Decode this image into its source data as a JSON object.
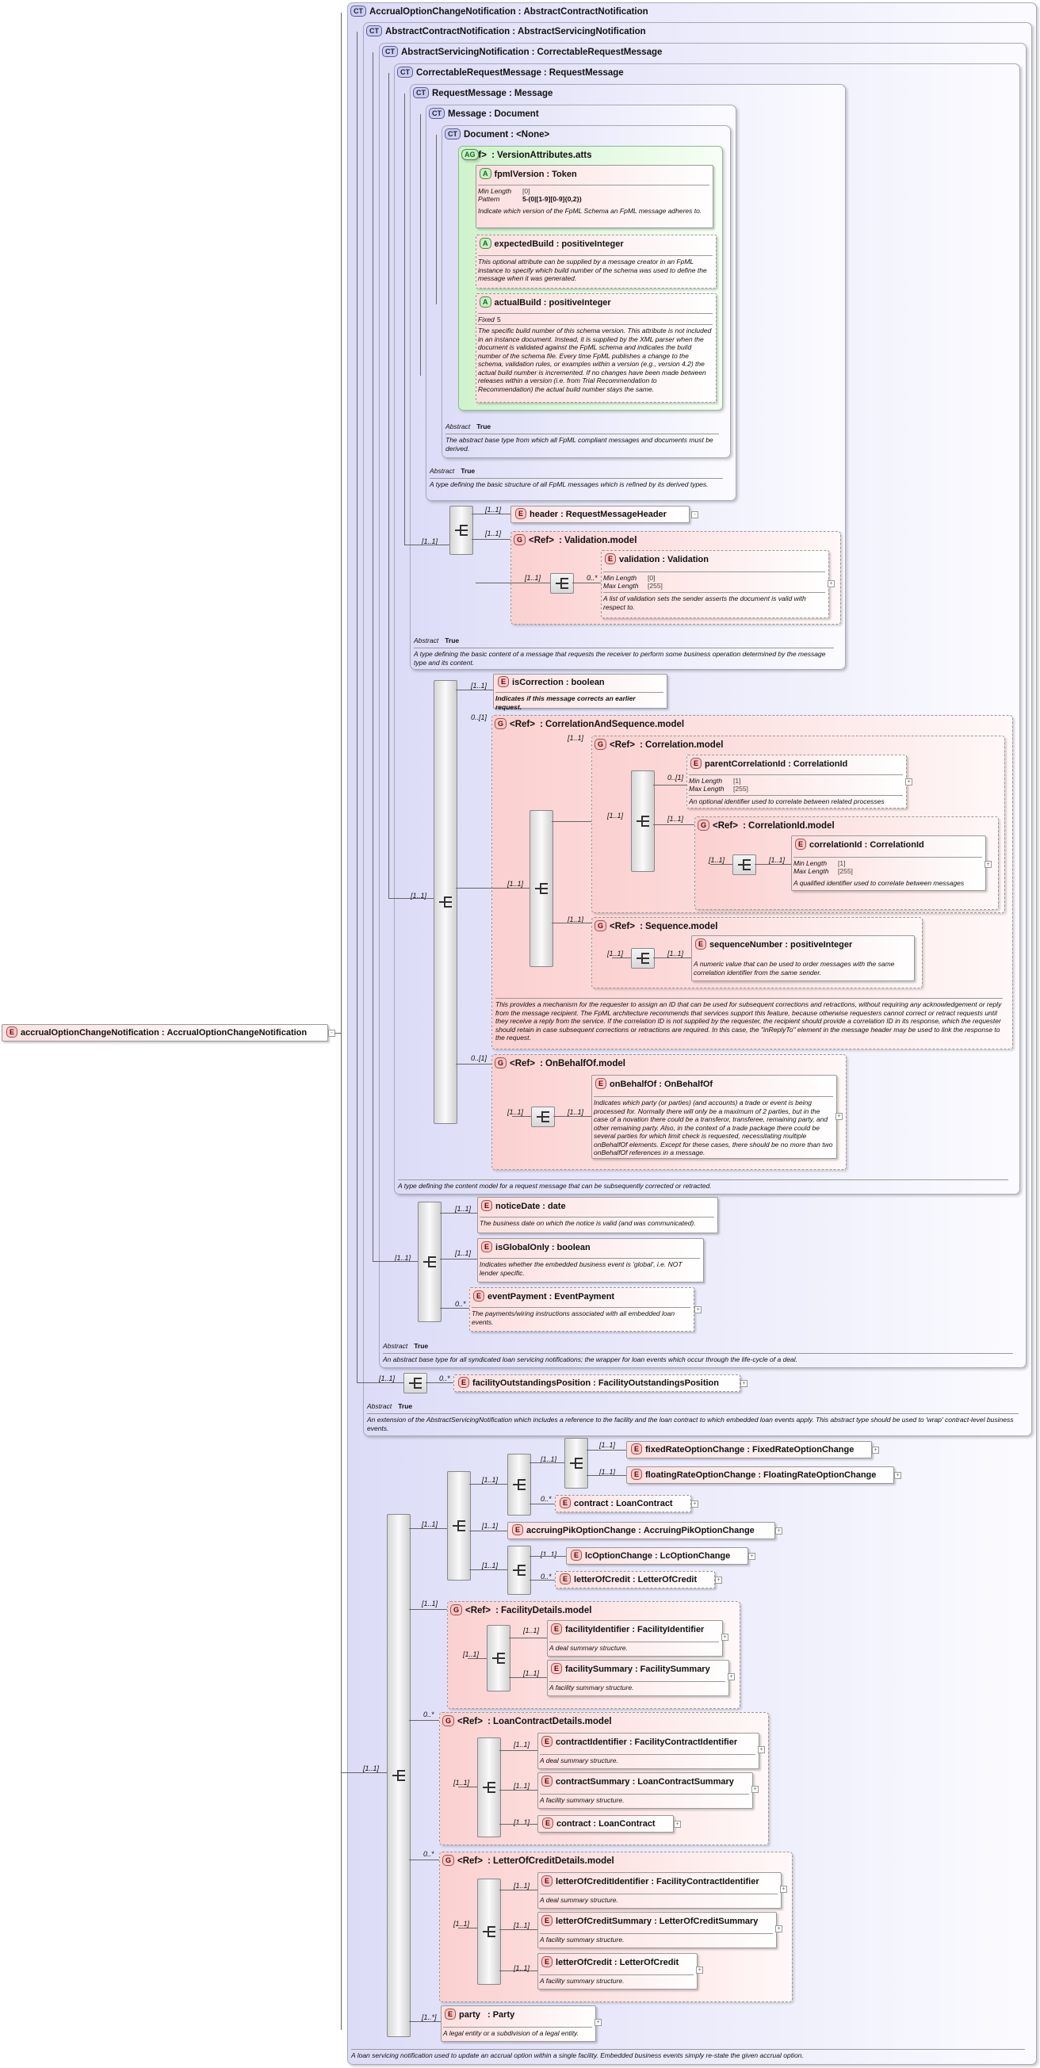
{
  "root": {
    "badge": "E",
    "name": "accrualOptionChangeNotification",
    "type": "AccrualOptionChangeNotification"
  },
  "ct": {
    "accrual": {
      "badge": "CT",
      "name": "AccrualOptionChangeNotification",
      "base": "AbstractContractNotification",
      "doc": "A loan servicing notification used to update an accrual option within a single facility. Embedded business events simply re-state the given accrual option."
    },
    "contract": {
      "badge": "CT",
      "name": "AbstractContractNotification",
      "base": "AbstractServicingNotification",
      "abstract_label": "Abstract",
      "abstract_value": "True",
      "doc": "An extension of the AbstractServicingNotification which includes a reference to the facility and the loan contract to which embedded loan events apply. This abstract type should be used to 'wrap' contract-level business events."
    },
    "servicing": {
      "badge": "CT",
      "name": "AbstractServicingNotification",
      "base": "CorrectableRequestMessage",
      "abstract_label": "Abstract",
      "abstract_value": "True",
      "doc": "An abstract base type for all syndicated loan servicing notifications; the wrapper for loan events which occur through the life-cycle of a deal."
    },
    "correctable": {
      "badge": "CT",
      "name": "CorrectableRequestMessage",
      "base": "RequestMessage",
      "doc": "A type defining the content model for a request message that can be subsequently corrected or retracted."
    },
    "request": {
      "badge": "CT",
      "name": "RequestMessage",
      "base": "Message",
      "abstract_label": "Abstract",
      "abstract_value": "True",
      "doc": "A type defining the basic content of a message that requests the receiver to perform some business operation determined by the message type and its content."
    },
    "message": {
      "badge": "CT",
      "name": "Message",
      "base": "Document",
      "abstract_label": "Abstract",
      "abstract_value": "True",
      "doc": "A type defining the basic structure of all FpML messages which is refined by its derived types."
    },
    "document": {
      "badge": "CT",
      "name": "Document",
      "base": "<None>",
      "abstract_label": "Abstract",
      "abstract_value": "True",
      "doc": "The abstract base type from which all FpML compliant messages and documents must be derived."
    }
  },
  "attrgroup": {
    "badge": "AG",
    "ref": "<Ref>",
    "name": "VersionAttributes.atts"
  },
  "attrs": [
    {
      "badge": "A",
      "name": "fpmlVersion",
      "type": "Token",
      "facets": [
        {
          "k": "Min Length",
          "v": "[0]"
        },
        {
          "k": "Pattern",
          "v": "5-(0|[1-9][0-9]{0,2})"
        }
      ],
      "doc": "Indicate which version of the FpML Schema an FpML message adheres to."
    },
    {
      "badge": "A",
      "name": "expectedBuild",
      "type": "positiveInteger",
      "doc": "This optional attribute can be supplied by a message creator in an FpML instance to specify which build number of the schema was used to define the message when it was generated."
    },
    {
      "badge": "A",
      "name": "actualBuild",
      "type": "positiveInteger",
      "facets": [
        {
          "k": "Fixed",
          "v": "5"
        }
      ],
      "doc": "The specific build number of this schema version. This attribute is not included in an instance document. Instead, it is supplied by the XML parser when the document is validated against the FpML schema and indicates the build number of the schema file. Every time FpML publishes a change to the schema, validation rules, or examples within a version (e.g., version 4.2) the actual build number is incremented. If no changes have been made between releases within a version (i.e. from Trial Recommendation to Recommendation) the actual build number stays the same."
    }
  ],
  "card": {
    "one": "[1..1]",
    "opt": "0..[1]",
    "many": "0..*",
    "onemany": "[1..*]"
  },
  "elements": {
    "header": {
      "badge": "E",
      "name": "header",
      "type": "RequestMessageHeader"
    },
    "validation_model": {
      "badge": "G",
      "ref": "<Ref>",
      "name": "Validation.model"
    },
    "validation": {
      "badge": "E",
      "name": "validation",
      "type": "Validation",
      "facets": [
        {
          "k": "Min Length",
          "v": "[0]"
        },
        {
          "k": "Max Length",
          "v": "[255]"
        }
      ],
      "doc": "A list of validation sets the sender asserts the document is valid with respect to."
    },
    "isCorrection": {
      "badge": "E",
      "name": "isCorrection",
      "type": "boolean",
      "doc": "Indicates if this message corrects an earlier request."
    },
    "corrseq_model": {
      "badge": "G",
      "ref": "<Ref>",
      "name": "CorrelationAndSequence.model",
      "doc": "This provides a mechanism for the requester to assign an ID that can be used for subsequent corrections and retractions, without requiring any acknowledgement or reply from the message recipient. The FpML architecture recommends that services support this feature, because otherwise requesters cannot correct or retract requests until they receive a reply from the service. If the correlation ID is not supplied by the requester, the recipient should provide a correlation ID in its response, which the requester should retain in case subsequent corrections or retractions are required. In this case, the \"inReplyTo\" element in the message header may be used to link the response to the request."
    },
    "correlation_model": {
      "badge": "G",
      "ref": "<Ref>",
      "name": "Correlation.model"
    },
    "parentCorrelationId": {
      "badge": "E",
      "name": "parentCorrelationId",
      "type": "CorrelationId",
      "facets": [
        {
          "k": "Min Length",
          "v": "[1]"
        },
        {
          "k": "Max Length",
          "v": "[255]"
        }
      ],
      "doc": "An optional identifier used to correlate between related processes"
    },
    "correlationid_model": {
      "badge": "G",
      "ref": "<Ref>",
      "name": "CorrelationId.model"
    },
    "correlationId": {
      "badge": "E",
      "name": "correlationId",
      "type": "CorrelationId",
      "facets": [
        {
          "k": "Min Length",
          "v": "[1]"
        },
        {
          "k": "Max Length",
          "v": "[255]"
        }
      ],
      "doc": "A qualified identifier used to correlate between messages"
    },
    "sequence_model": {
      "badge": "G",
      "ref": "<Ref>",
      "name": "Sequence.model"
    },
    "sequenceNumber": {
      "badge": "E",
      "name": "sequenceNumber",
      "type": "positiveInteger",
      "doc": "A numeric value that can be used to order messages with the same correlation identifier from the same sender."
    },
    "onbehalf_model": {
      "badge": "G",
      "ref": "<Ref>",
      "name": "OnBehalfOf.model"
    },
    "onBehalfOf": {
      "badge": "E",
      "name": "onBehalfOf",
      "type": "OnBehalfOf",
      "doc": "Indicates which party (or parties) (and accounts) a trade or event is being processed for. Normally there will only be a maximum of 2 parties, but in the case of a novation there could be a transferor, transferee, remaining party, and other remaining party. Also, in the context of a trade package there could be several parties for which limit check is requested, necessitating multiple onBehalfOf elements. Except for these cases, there should be no more than two onBehalfOf references in a message."
    },
    "noticeDate": {
      "badge": "E",
      "name": "noticeDate",
      "type": "date",
      "doc": "The business date on which the notice is valid (and was communicated)."
    },
    "isGlobalOnly": {
      "badge": "E",
      "name": "isGlobalOnly",
      "type": "boolean",
      "doc": "Indicates whether the embedded business event is 'global', i.e. NOT lender specific."
    },
    "eventPayment": {
      "badge": "E",
      "name": "eventPayment",
      "type": "EventPayment",
      "doc": "The payments/wiring instructions associated with all embedded loan events."
    },
    "facilityOutstandingsPosition": {
      "badge": "E",
      "name": "facilityOutstandingsPosition",
      "type": "FacilityOutstandingsPosition"
    },
    "fixedRateOptionChange": {
      "badge": "E",
      "name": "fixedRateOptionChange",
      "type": "FixedRateOptionChange"
    },
    "floatingRateOptionChange": {
      "badge": "E",
      "name": "floatingRateOptionChange",
      "type": "FloatingRateOptionChange"
    },
    "contract1": {
      "badge": "E",
      "name": "contract",
      "type": "LoanContract"
    },
    "accruingPikOptionChange": {
      "badge": "E",
      "name": "accruingPikOptionChange",
      "type": "AccruingPikOptionChange"
    },
    "lcOptionChange": {
      "badge": "E",
      "name": "lcOptionChange",
      "type": "LcOptionChange"
    },
    "letterOfCredit1": {
      "badge": "E",
      "name": "letterOfCredit",
      "type": "LetterOfCredit"
    },
    "facilitydetails_model": {
      "badge": "G",
      "ref": "<Ref>",
      "name": "FacilityDetails.model"
    },
    "facilityIdentifier": {
      "badge": "E",
      "name": "facilityIdentifier",
      "type": "FacilityIdentifier",
      "doc": "A deal summary structure."
    },
    "facilitySummary": {
      "badge": "E",
      "name": "facilitySummary",
      "type": "FacilitySummary",
      "doc": "A facility summary structure."
    },
    "loancontract_model": {
      "badge": "G",
      "ref": "<Ref>",
      "name": "LoanContractDetails.model"
    },
    "contractIdentifier": {
      "badge": "E",
      "name": "contractIdentifier",
      "type": "FacilityContractIdentifier",
      "doc": "A deal summary structure."
    },
    "contractSummary": {
      "badge": "E",
      "name": "contractSummary",
      "type": "LoanContractSummary",
      "doc": "A facility summary structure."
    },
    "contract2": {
      "badge": "E",
      "name": "contract",
      "type": "LoanContract"
    },
    "lcdetails_model": {
      "badge": "G",
      "ref": "<Ref>",
      "name": "LetterOfCreditDetails.model"
    },
    "letterOfCreditIdentifier": {
      "badge": "E",
      "name": "letterOfCreditIdentifier",
      "type": "FacilityContractIdentifier",
      "doc": "A deal summary structure."
    },
    "letterOfCreditSummary": {
      "badge": "E",
      "name": "letterOfCreditSummary",
      "type": "LetterOfCreditSummary",
      "doc": "A facility summary structure."
    },
    "letterOfCredit2": {
      "badge": "E",
      "name": "letterOfCredit",
      "type": "LetterOfCredit",
      "doc": "A facility summary structure."
    },
    "party": {
      "badge": "E",
      "name": "party",
      "type": "Party",
      "doc": "A legal entity or a subdivision of a legal entity."
    }
  }
}
